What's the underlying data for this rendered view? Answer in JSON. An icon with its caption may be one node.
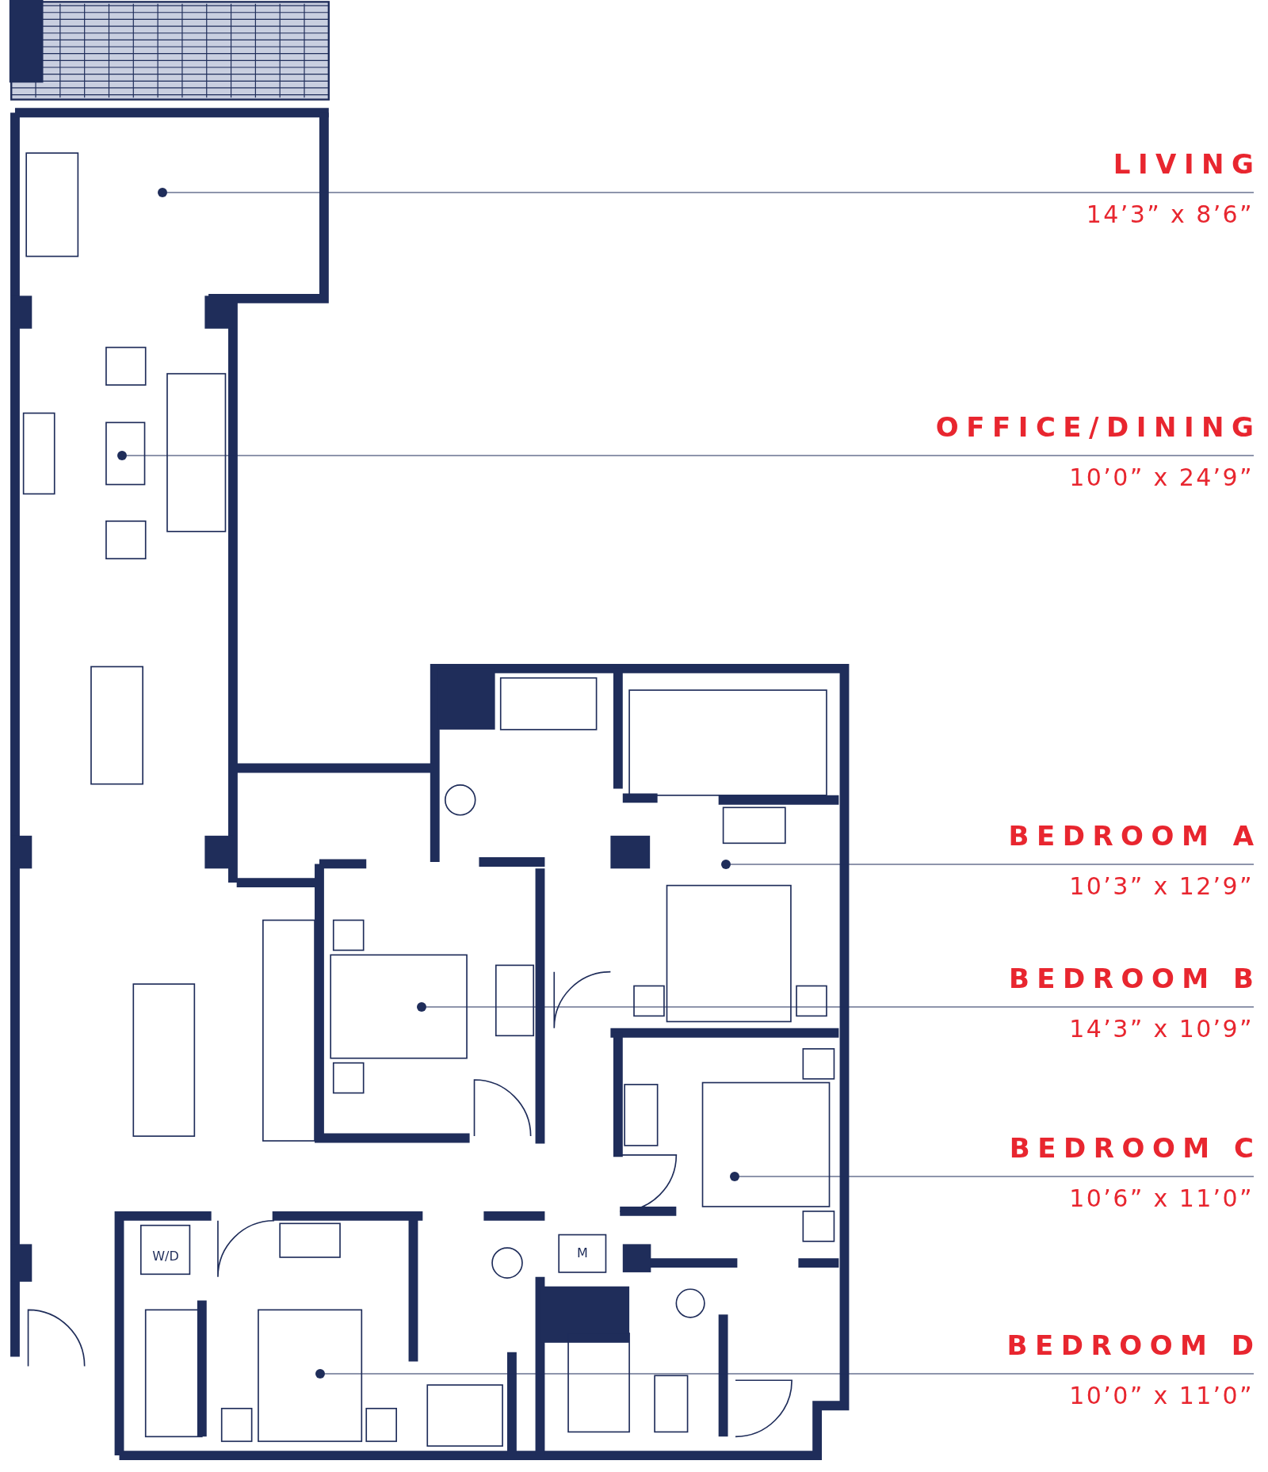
{
  "diagram": {
    "nodes": [
      {
        "text": [
          "LIVING",
          "14’3” x 8’6”"
        ]
      },
      {
        "text": [],
        "shape": "circle"
      },
      {
        "text": [
          "OFFICE/DINING",
          "10’0” x 24’9”"
        ]
      },
      {
        "text": [],
        "shape": "circle"
      },
      {
        "text": [
          "BEDROOM A",
          "10’3” x 12’9”"
        ]
      },
      {
        "text": [],
        "shape": "circle"
      },
      {
        "text": [
          "BEDROOM B",
          "14’3” x 10’9”"
        ]
      },
      {
        "text": [],
        "shape": "circle"
      },
      {
        "text": [
          "BEDROOM C",
          "10’6” x 11’0”"
        ]
      },
      {
        "text": [],
        "shape": "circle"
      },
      {
        "text": [
          "BEDROOM D",
          "10’0” x 11’0”"
        ]
      },
      {
        "text": [],
        "shape": "circle"
      }
    ],
    "edges": [
      {
        "from": 0,
        "to": 1,
        "arrow": "none"
      },
      {
        "from": 2,
        "to": 3,
        "arrow": "none"
      },
      {
        "from": 4,
        "to": 5,
        "arrow": "none"
      },
      {
        "from": 6,
        "to": 7,
        "arrow": "none"
      },
      {
        "from": 8,
        "to": 9,
        "arrow": "none"
      },
      {
        "from": 10,
        "to": 11,
        "arrow": "none"
      }
    ],
    "labels": [
      "W/D",
      "M"
    ]
  }
}
